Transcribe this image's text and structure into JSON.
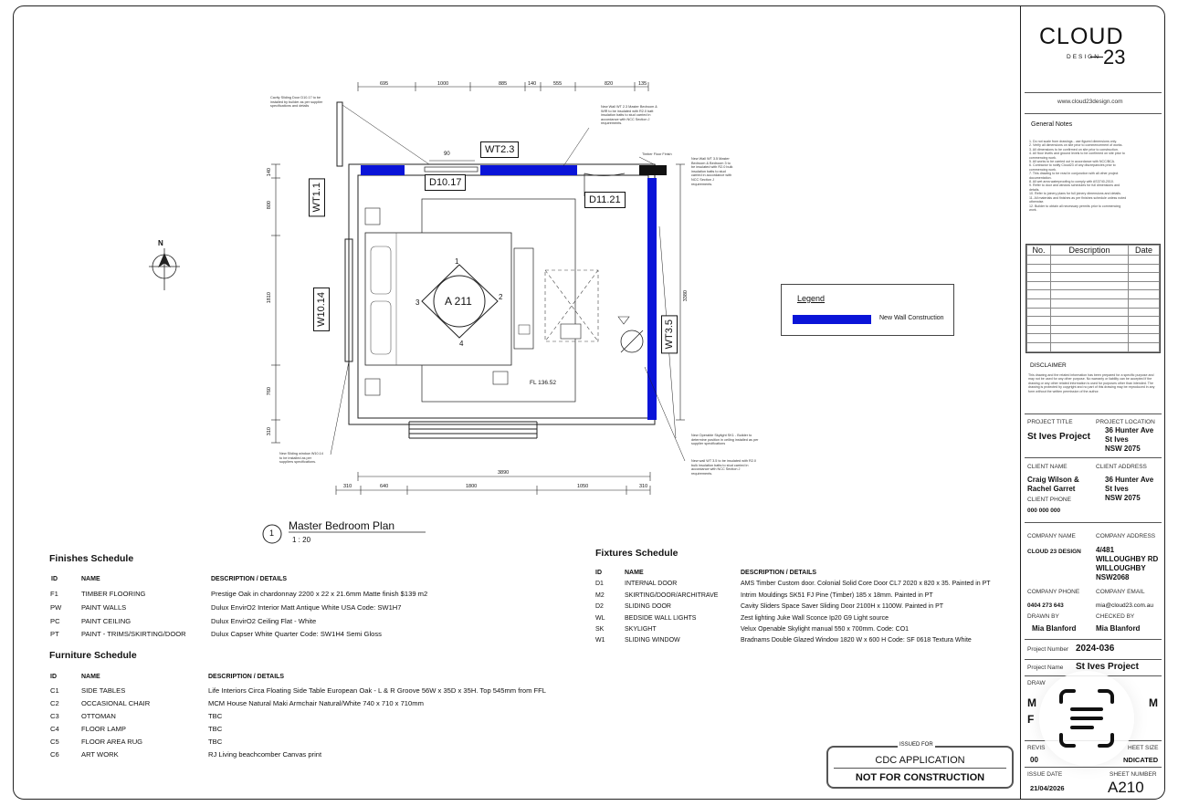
{
  "plan": {
    "title": "Master Bedroom Plan",
    "scale": "1 : 20",
    "number": "1",
    "tags": {
      "wt23": "WT2.3",
      "wt11": "WT1.1",
      "d1017": "D10.17",
      "d1121": "D11.21",
      "w1014": "W10.14",
      "wt35": "WT3.5",
      "a211": "A 211",
      "fl": "FL 136.52",
      "n1": "1",
      "n2": "2",
      "n3": "3",
      "n4": "4",
      "d90": "90",
      "north": "N"
    },
    "dims_top": [
      "695",
      "1000",
      "885",
      "140",
      "555",
      "820",
      "135"
    ],
    "dims_bottom_total": "3890",
    "dims_bottom": [
      "310",
      "640",
      "1800",
      "1050",
      "310"
    ],
    "dims_left": [
      "140",
      "800",
      "1810",
      "760",
      "310"
    ],
    "dim_right": "3380",
    "notes": {
      "cavity": "Cavity Sliding Door D10.17 to be installed by builder as per supplier specifications and details",
      "newwall_top": "New Wall WT 2.3 Master Bedroom & WIR to be insulated with R2.0 batt insulation batts to stud carried in accordance with NCC Section J requirements.",
      "timber": "Timber Floor Finish",
      "newwall_right": "New Wall WT 3.5 Master Bedroom & Bedroom 3 to be insulated with R2.0 bulk insulation batts to stud carried in accordance with NCC Section J requirements.",
      "skylight": "New Operable Skylight SK1 - Builder to determine position in ceiling installed as per supplier specifications",
      "newwall_bottom": "New wall WT 3.5 to be insulated with R2.0 bulk insulation batts to stud carried in accordance with NCC Section J requirements.",
      "window": "New Sliding window W10.14 to be installed as per suppliers specifications."
    }
  },
  "legend": {
    "title": "Legend",
    "item": "New Wall Construction",
    "color": "#0a14d8"
  },
  "finishes": {
    "title": "Finishes Schedule",
    "headers": [
      "ID",
      "NAME",
      "DESCRIPTION / DETAILS"
    ],
    "rows": [
      [
        "F1",
        "TIMBER FLOORING",
        "Prestige Oak in chardonnay 2200 x 22 x 21.6mm Matte finish $139 m2"
      ],
      [
        "PW",
        "PAINT WALLS",
        "Dulux EnvirO2 Interior Matt Antique White USA Code: SW1H7"
      ],
      [
        "PC",
        "PAINT CEILING",
        "Dulux EnvirO2 Ceiling Flat - White"
      ],
      [
        "PT",
        "PAINT - TRIMS/SKIRTING/DOOR",
        "Dulux Capser White Quarter Code: SW1H4 Semi Gloss"
      ]
    ]
  },
  "furniture": {
    "title": "Furniture Schedule",
    "headers": [
      "ID",
      "NAME",
      "DESCRIPTION / DETAILS"
    ],
    "rows": [
      [
        "C1",
        "SIDE TABLES",
        "Life Interiors Circa Floating Side Table European Oak - L & R Groove 56W x 35D x 35H. Top 545mm from FFL"
      ],
      [
        "C2",
        "OCCASIONAL CHAIR",
        "MCM House Natural Maki Armchair Natural/White 740 x 710 x 710mm"
      ],
      [
        "C3",
        "OTTOMAN",
        "TBC"
      ],
      [
        "C4",
        "FLOOR LAMP",
        "TBC"
      ],
      [
        "C5",
        "FLOOR AREA RUG",
        "TBC"
      ],
      [
        "C6",
        "ART WORK",
        "RJ Living beachcomber Canvas print"
      ]
    ]
  },
  "fixtures": {
    "title": "Fixtures Schedule",
    "headers": [
      "ID",
      "NAME",
      "DESCRIPTION / DETAILS"
    ],
    "rows": [
      [
        "D1",
        "INTERNAL DOOR",
        "AMS Timber Custom door. Colonial Solid Core Door CL7 2020 x 820 x 35. Painted in PT"
      ],
      [
        "M2",
        "SKIRTING/DOOR/ARCHITRAVE",
        "Intrim Mouldings SK51 FJ Pine (Timber) 185 x 18mm. Painted in PT"
      ],
      [
        "D2",
        "SLIDING DOOR",
        "Cavity Sliders Space Saver Sliding Door 2100H x 1100W. Painted in PT"
      ],
      [
        "WL",
        "BEDSIDE WALL LIGHTS",
        "Zest lighting Juke Wall Sconce Ip20 G9 Light source"
      ],
      [
        "SK",
        "SKYLIGHT",
        "Velux Openable Skylight manual 550 x 700mm. Code: CO1"
      ],
      [
        "W1",
        "SLIDING WINDOW",
        "Bradnams Double Glazed Window 1820 W x 600 H Code: SF 0618 Textura White"
      ]
    ]
  },
  "issued": {
    "label": "ISSUED FOR",
    "line1": "CDC APPLICATION",
    "line2": "NOT FOR CONSTRUCTION"
  },
  "titleblock": {
    "logo_main": "CLOUD",
    "logo_sub": "DESIGN",
    "logo_num": "23",
    "website": "www.cloud23design.com",
    "notes_title": "General Notes",
    "notes": [
      "1. Do not scale from drawings - use figured dimensions only.",
      "2. Verify all dimensions on site prior to commencement of works.",
      "3. All dimensions to be confirmed on site prior to construction.",
      "4. All floor levels and ground levels to be confirmed on site prior to",
      "commencing work.",
      "5. All works to be carried out in accordance with NCC/BCA.",
      "6. Contractor to notify Cloud23 of any discrepancies prior to",
      "commencing work.",
      "7. This drawing to be read in conjunction with all other project",
      "documentation.",
      "8. All wet area waterproofing to comply with AS3740-2010.",
      "9. Refer to door and window schedules for full dimensions and",
      "details.",
      "10. Refer to joinery plans for full joinery dimensions and details.",
      "11. All materials and finishes as per finishes schedule unless noted",
      "otherwise.",
      "12. Builder to obtain all necessary permits prior to commencing",
      "work."
    ],
    "rev_headers": [
      "No.",
      "Description",
      "Date"
    ],
    "disclaimer_title": "DISCLAIMER",
    "disclaimer": "This drawing and the related information has been prepared for a specific purpose and may not be used for any other purpose. No warranty or liability can be accepted if the drawing or any other related information is used for purposes other than intended. The drawing is protected by copyright and no part of this drawing may be reproduced in any form without the written permission of the author.",
    "project_title_label": "PROJECT TITLE",
    "project_title": "St Ives Project",
    "project_location_label": "PROJECT LOCATION",
    "project_location": [
      "36 Hunter Ave",
      "St Ives",
      "NSW 2075"
    ],
    "client_name_label": "CLIENT NAME",
    "client_name": [
      "Craig Wilson &",
      "Rachel Garret"
    ],
    "client_address_label": "CLIENT ADDRESS",
    "client_address": [
      "36 Hunter Ave",
      "St Ives",
      "NSW 2075"
    ],
    "client_phone_label": "CLIENT PHONE",
    "client_phone": "000 000 000",
    "company_name_label": "COMPANY NAME",
    "company_name": "CLOUD 23 DESIGN",
    "company_address_label": "COMPANY ADDRESS",
    "company_address": [
      "4/481",
      "WILLOUGHBY RD",
      "WILLOUGHBY",
      "NSW2068"
    ],
    "company_phone_label": "COMPANY PHONE",
    "company_phone": "0404 273 643",
    "company_email_label": "COMPANY EMAIL",
    "company_email": "mia@cloud23.com.au",
    "drawn_by_label": "DRAWN BY",
    "drawn_by": "Mia Blanford",
    "checked_by_label": "CHECKED BY",
    "checked_by": "Mia Blanford",
    "project_number_label": "Project Number",
    "project_number": "2024-036",
    "project_name_label": "Project Name",
    "project_name": "St Ives Project",
    "drawing_label": "DRAW",
    "drawing_frag1": "M",
    "drawing_frag2": "M",
    "drawing_frag3": "F",
    "revision_label": "REVIS",
    "revision_frag": "00",
    "sheet_size_label": "HEET SIZE",
    "sheet_size": "NDICATED",
    "issue_date_label": "ISSUE DATE",
    "issue_date": "21/04/2026",
    "sheet_number_label": "SHEET NUMBER",
    "sheet_number": "A210"
  },
  "overlay": {
    "icon": "scan-text-icon"
  }
}
